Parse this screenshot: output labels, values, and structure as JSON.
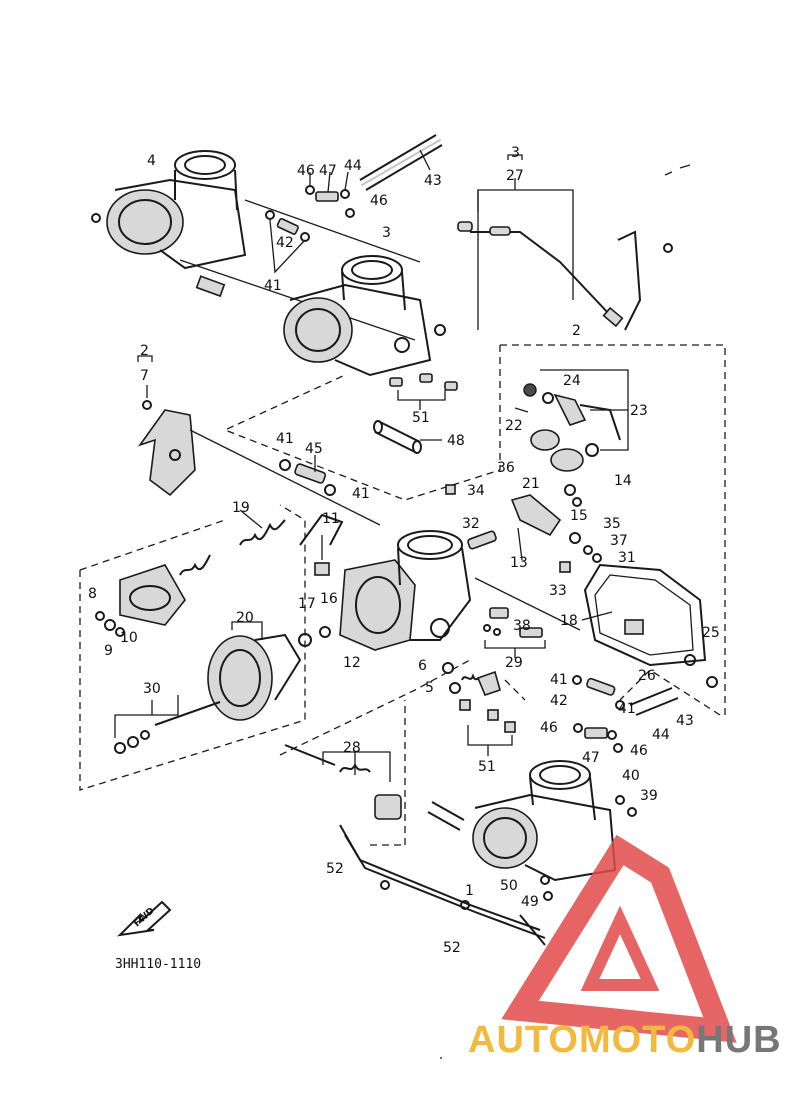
{
  "diagram": {
    "code": "3HH110-1110",
    "fwd_label": "FWD",
    "callouts": [
      {
        "id": "c4",
        "text": "4"
      },
      {
        "id": "c46a",
        "text": "46"
      },
      {
        "id": "c47a",
        "text": "47"
      },
      {
        "id": "c44a",
        "text": "44"
      },
      {
        "id": "c46b",
        "text": "46"
      },
      {
        "id": "c43a",
        "text": "43"
      },
      {
        "id": "c3a",
        "text": "3"
      },
      {
        "id": "c27",
        "text": "27"
      },
      {
        "id": "c42a",
        "text": "42"
      },
      {
        "id": "c41a",
        "text": "41"
      },
      {
        "id": "c3b",
        "text": "3"
      },
      {
        "id": "c2a",
        "text": "2"
      },
      {
        "id": "c2b",
        "text": "2"
      },
      {
        "id": "c7",
        "text": "7"
      },
      {
        "id": "c24",
        "text": "24"
      },
      {
        "id": "c23",
        "text": "23"
      },
      {
        "id": "c22",
        "text": "22"
      },
      {
        "id": "c51a",
        "text": "51"
      },
      {
        "id": "c41b",
        "text": "41"
      },
      {
        "id": "c45",
        "text": "45"
      },
      {
        "id": "c48",
        "text": "48"
      },
      {
        "id": "c36",
        "text": "36"
      },
      {
        "id": "c21",
        "text": "21"
      },
      {
        "id": "c14",
        "text": "14"
      },
      {
        "id": "c41c",
        "text": "41"
      },
      {
        "id": "c34",
        "text": "34"
      },
      {
        "id": "c15",
        "text": "15"
      },
      {
        "id": "c35",
        "text": "35"
      },
      {
        "id": "c19",
        "text": "19"
      },
      {
        "id": "c32",
        "text": "32"
      },
      {
        "id": "c13",
        "text": "13"
      },
      {
        "id": "c37",
        "text": "37"
      },
      {
        "id": "c31",
        "text": "31"
      },
      {
        "id": "c11",
        "text": "11"
      },
      {
        "id": "c33",
        "text": "33"
      },
      {
        "id": "c8",
        "text": "8"
      },
      {
        "id": "c18",
        "text": "18"
      },
      {
        "id": "c20",
        "text": "20"
      },
      {
        "id": "c17",
        "text": "17"
      },
      {
        "id": "c16",
        "text": "16"
      },
      {
        "id": "c10",
        "text": "10"
      },
      {
        "id": "c9",
        "text": "9"
      },
      {
        "id": "c38",
        "text": "38"
      },
      {
        "id": "c25",
        "text": "25"
      },
      {
        "id": "c12",
        "text": "12"
      },
      {
        "id": "c29",
        "text": "29"
      },
      {
        "id": "c6",
        "text": "6"
      },
      {
        "id": "c26",
        "text": "26"
      },
      {
        "id": "c5",
        "text": "5"
      },
      {
        "id": "c30",
        "text": "30"
      },
      {
        "id": "c41d",
        "text": "41"
      },
      {
        "id": "c42b",
        "text": "42"
      },
      {
        "id": "c41e",
        "text": "41"
      },
      {
        "id": "c43b",
        "text": "43"
      },
      {
        "id": "c46c",
        "text": "46"
      },
      {
        "id": "c44b",
        "text": "44"
      },
      {
        "id": "c46d",
        "text": "46"
      },
      {
        "id": "c47b",
        "text": "47"
      },
      {
        "id": "c28",
        "text": "28"
      },
      {
        "id": "c51b",
        "text": "51"
      },
      {
        "id": "c40",
        "text": "40"
      },
      {
        "id": "c39",
        "text": "39"
      },
      {
        "id": "c1",
        "text": "1"
      },
      {
        "id": "c52a",
        "text": "52"
      },
      {
        "id": "c50",
        "text": "50"
      },
      {
        "id": "c49",
        "text": "49"
      },
      {
        "id": "c52b",
        "text": "52"
      }
    ]
  },
  "watermark": {
    "part1": "AUTOMOTO",
    "part2": "HUB",
    "color1": "#f2b93c",
    "color2": "#777777",
    "logo_color": "#e24a4a"
  }
}
